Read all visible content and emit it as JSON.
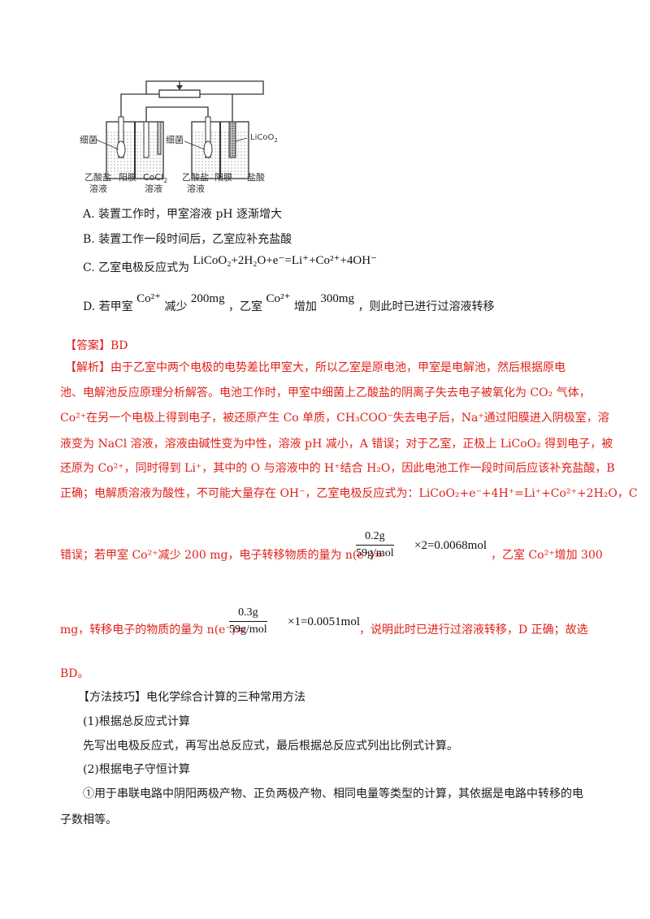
{
  "diagram": {
    "label_bacteria_left": "细菌",
    "label_acetate_left_1": "乙酸盐",
    "label_acetate_left_2": "溶液",
    "label_membrane_left": "阳膜",
    "label_cocl2_1": "CoCl",
    "label_cocl2_sub": "2",
    "label_cocl2_2": "溶液",
    "label_bacteria_right": "细菌",
    "label_licoo2": "LiCoO",
    "label_licoo2_sub": "2",
    "label_acetate_right_1": "乙酸盐",
    "label_acetate_right_2": "溶液",
    "label_membrane_right": "阳膜",
    "label_hcl": "盐酸"
  },
  "options": {
    "a": "A. 装置工作时，甲室溶液 pH 逐渐增大",
    "b": "B. 装置工作一段时间后，乙室应补充盐酸",
    "c_prefix": "C. 乙室电极反应式为",
    "c_formula": "LiCoO₂+2H₂O+e⁻=Li⁺+Co²⁺+4OH⁻",
    "d_1": "D. 若甲室",
    "d_co": "Co²⁺",
    "d_2": "减少",
    "d_200": "200mg",
    "d_3": "，乙室",
    "d_co2": "Co²⁺",
    "d_4": "增加",
    "d_300": "300mg",
    "d_5": "，则此时已进行过溶液转移"
  },
  "answer": "【答案】BD",
  "analysis": {
    "p1": "【解析】由于乙室中两个电极的电势差比甲室大，所以乙室是原电池，甲室是电解池，然后根据原电",
    "p2": "池、电解池反应原理分析解答。电池工作时，甲室中细菌上乙酸盐的阴离子失去电子被氧化为 CO₂ 气体，",
    "p3": "Co²⁺在另一个电极上得到电子，被还原产生 Co 单质，CH₃COO⁻失去电子后，Na⁺通过阳膜进入阴极室，溶",
    "p4": "液变为 NaCl 溶液，溶液由碱性变为中性，溶液 pH 减小，A 错误；对于乙室，正极上 LiCoO₂ 得到电子，被",
    "p5": "还原为 Co²⁺，同时得到 Li⁺，其中的 O 与溶液中的 H⁺结合 H₂O，因此电池工作一段时间后应该补充盐酸，B",
    "p6": "正确；电解质溶液为酸性，不可能大量存在 OH⁻，乙室电极反应式为：LiCoO₂+e⁻+4H⁺=Li⁺+Co²⁺+2H₂O，C",
    "p7a": "错误；若甲室 Co²⁺减少 200 mg，电子转移物质的量为 n(e⁻)=",
    "frac1_num": "0.2g",
    "frac1_den": "59g/mol",
    "frac1_tail": "×2=0.0068mol",
    "p7b": "，乙室 Co²⁺增加 300",
    "p8a": "mg，转移电子的物质的量为 n(e⁻)=",
    "frac2_num": "0.3g",
    "frac2_den": "59g/mol",
    "frac2_tail": "×1=0.0051mol",
    "p8b": "，说明此时已进行过溶液转移，D 正确；故选",
    "p9": "BD。"
  },
  "method": {
    "title": "【方法技巧】电化学综合计算的三种常用方法",
    "s1": "(1)根据总反应式计算",
    "s1_text": "先写出电极反应式，再写出总反应式，最后根据总反应式列出比例式计算。",
    "s2": "(2)根据电子守恒计算",
    "s2_text_1": "①用于串联电路中阴阳两极产物、正负两极产物、相同电量等类型的计算，其依据是电路中转移的电",
    "s2_text_2": "子数相等。"
  }
}
